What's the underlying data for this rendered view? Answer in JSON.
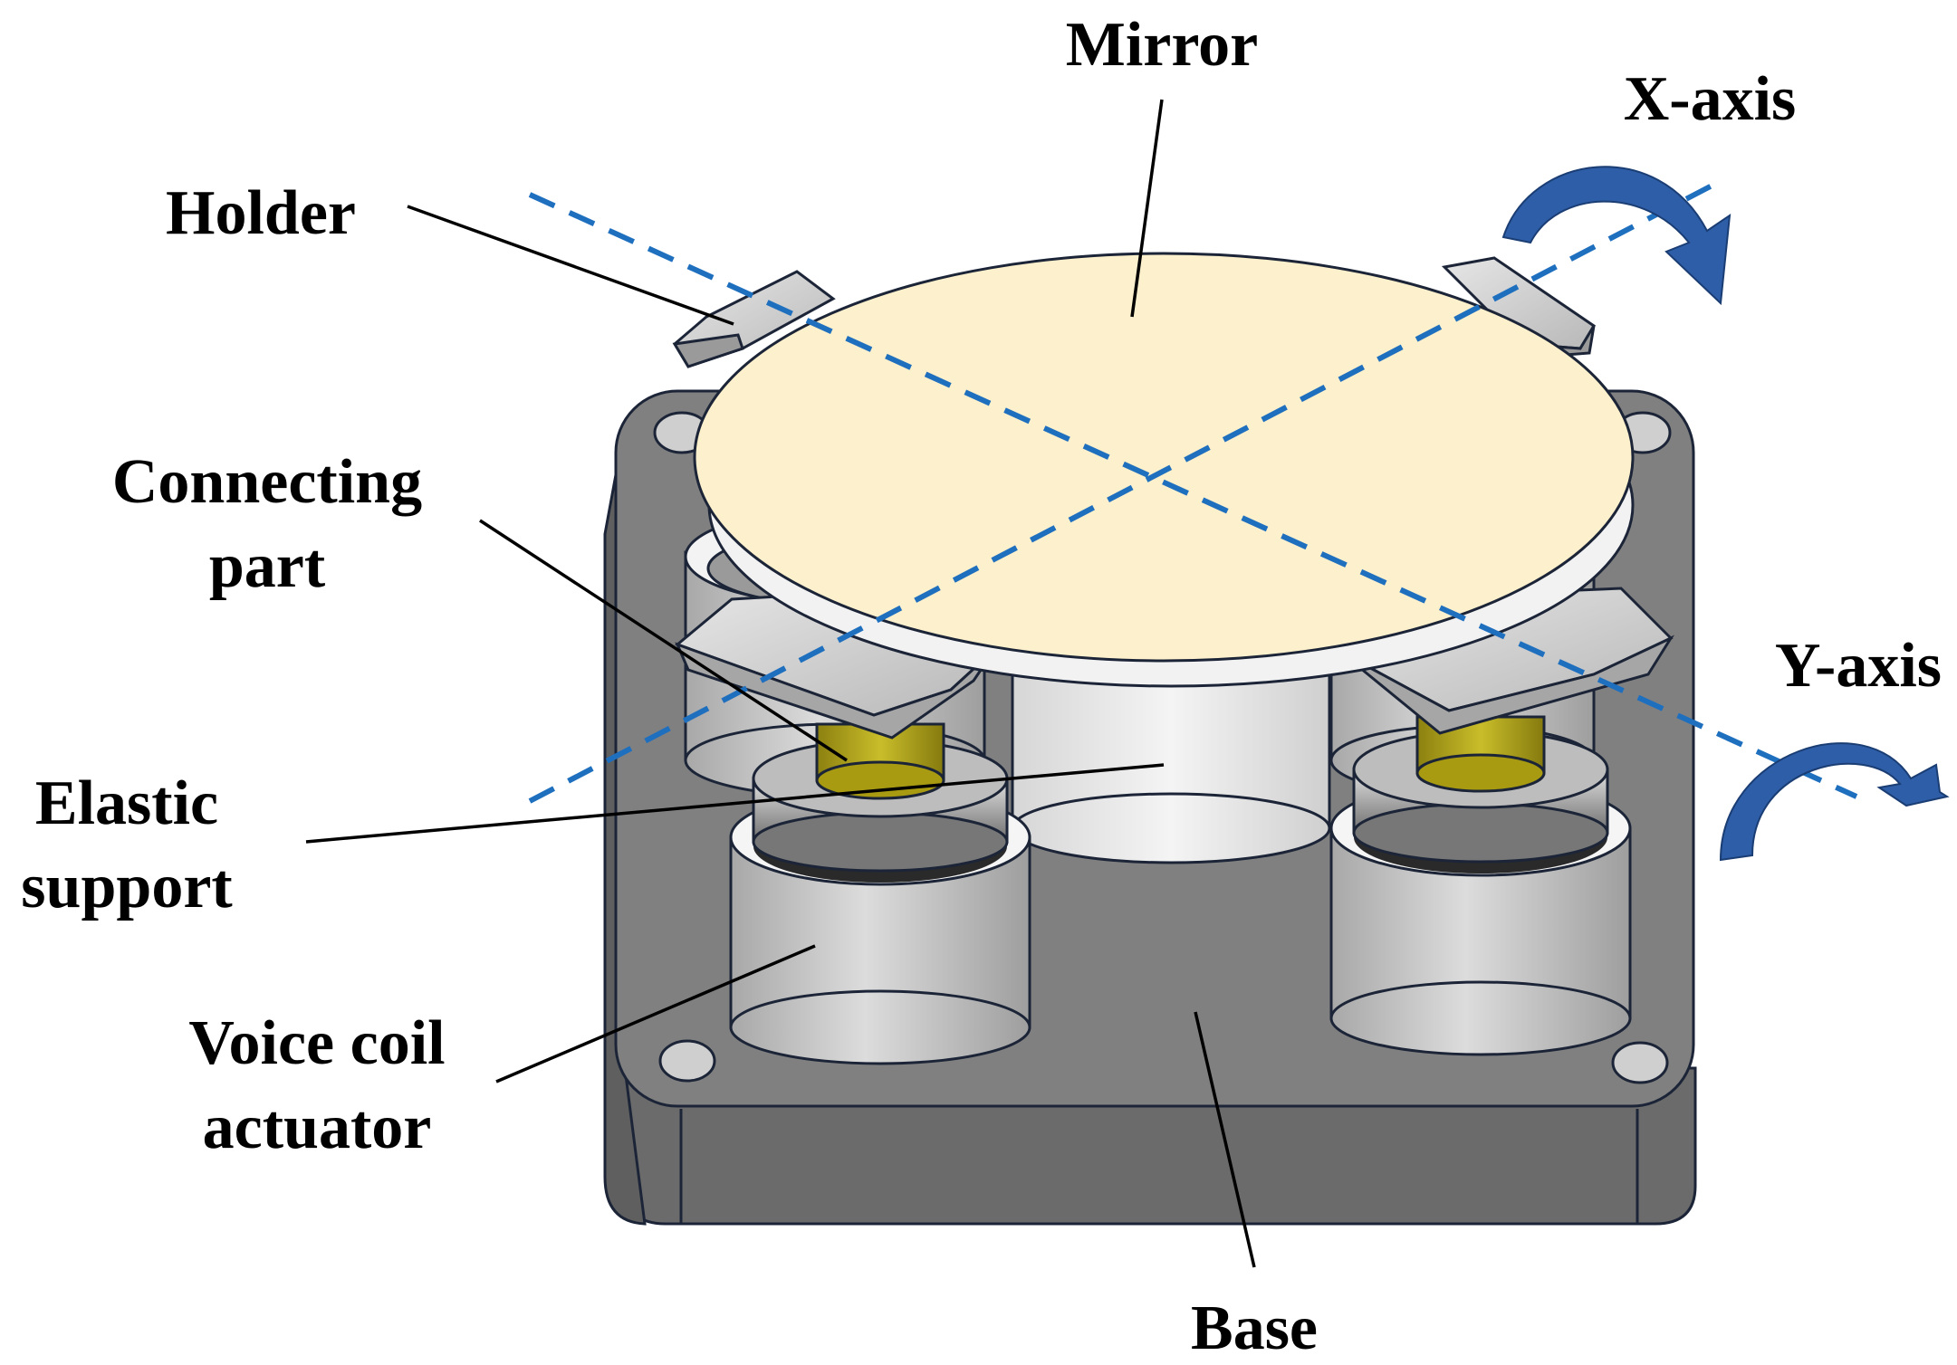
{
  "labels": {
    "mirror": "Mirror",
    "x_axis": "X-axis",
    "y_axis": "Y-axis",
    "holder": "Holder",
    "connecting_part_1": "Connecting",
    "connecting_part_2": "part",
    "elastic_support_1": "Elastic",
    "elastic_support_2": "support",
    "voice_coil_1": "Voice coil",
    "voice_coil_2": "actuator",
    "base": "Base"
  },
  "colors": {
    "mirror_face": "#fdf0cc",
    "base": "#808080",
    "axis_dash": "#1f6fbf",
    "rotation_arrow": "#2e5ea8",
    "connecting_part": "#a89b12",
    "holder": "#cfcfcf"
  }
}
